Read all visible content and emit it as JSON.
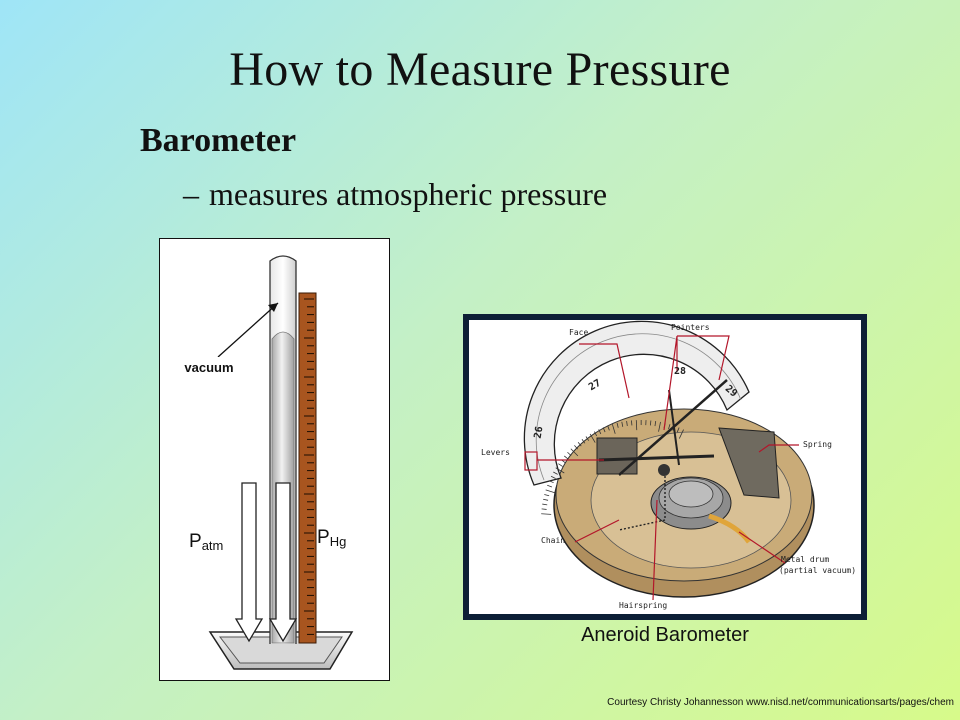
{
  "slide": {
    "title": "How to Measure Pressure",
    "subtitle": "Barometer",
    "bullet_dash": "–",
    "bullet_text": "measures atmospheric pressure"
  },
  "mercury_barometer": {
    "vacuum_label": "vacuum",
    "p_atm_main": "P",
    "p_atm_sub": "atm",
    "p_hg_main": "P",
    "p_hg_sub": "Hg"
  },
  "aneroid_barometer": {
    "caption": "Aneroid Barometer",
    "labels": {
      "face": "Face",
      "pointers": "Pointers",
      "levers": "Levers",
      "spring": "Spring",
      "chain": "Chain",
      "metal_drum": "Metal drum",
      "partial_vacuum": "(partial vacuum)",
      "hairspring": "Hairspring"
    },
    "dial_numbers": [
      "26",
      "27",
      "28",
      "29"
    ]
  },
  "credit": "Courtesy Christy Johannesson www.nisd.net/communicationsarts/pages/chem",
  "colors": {
    "background_start": "#9fe5f7",
    "background_end": "#d7fa8a",
    "mercury": "#c7c7c7",
    "scale": "#a8551f",
    "frame": "#0d1f36",
    "callout_line": "#b3162a"
  }
}
